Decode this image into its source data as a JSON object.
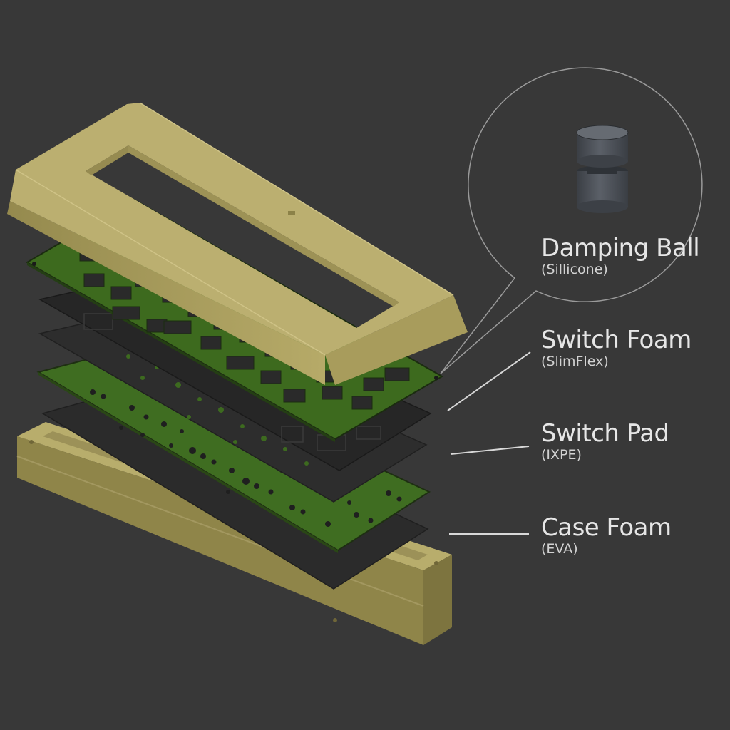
{
  "labels": [
    {
      "name": "Damping Ball",
      "material": "(Sillicone)"
    },
    {
      "name": "Switch Foam",
      "material": "(SlimFlex)"
    },
    {
      "name": "Switch Pad",
      "material": "(IXPE)"
    },
    {
      "name": "Case Foam",
      "material": "(EVA)"
    }
  ],
  "colors": {
    "background": "#383838",
    "case": "#b0a464",
    "pcb": "#3c6a1e",
    "foam": "#2a2a2a",
    "damping_ball": "#4a4e54",
    "text": "#e6e6e6"
  }
}
